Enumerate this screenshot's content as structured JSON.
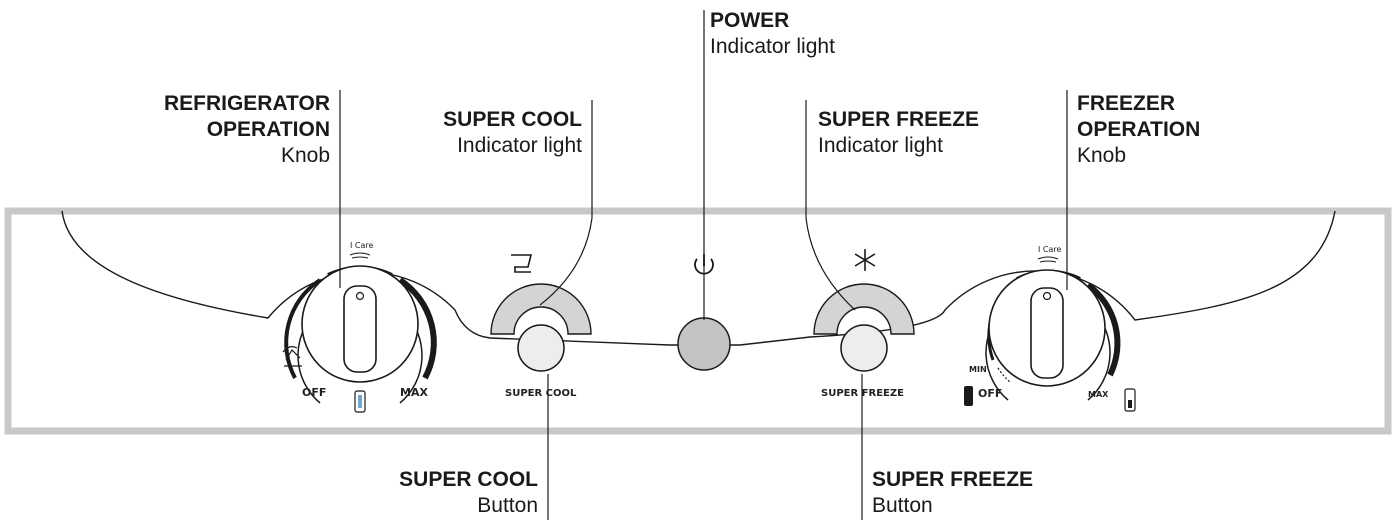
{
  "callouts": {
    "power": {
      "title": "POWER",
      "sub": "Indicator light"
    },
    "fridge_knob": {
      "title1": "REFRIGERATOR",
      "title2": "OPERATION",
      "sub": "Knob"
    },
    "supercool_light": {
      "title": "SUPER COOL",
      "sub": "Indicator light"
    },
    "superfreeze_light": {
      "title": "SUPER FREEZE",
      "sub": "Indicator light"
    },
    "freezer_knob": {
      "title1": "FREEZER",
      "title2": "OPERATION",
      "sub": "Knob"
    },
    "supercool_button": {
      "title": "SUPER COOL",
      "sub": "Button"
    },
    "superfreeze_button": {
      "title": "SUPER FREEZE",
      "sub": "Button"
    }
  },
  "panel": {
    "fridge_dial": {
      "off": "OFF",
      "max": "MAX",
      "icare": "I Care"
    },
    "freezer_dial": {
      "off": "OFF",
      "min": "MIN",
      "max": "MAX",
      "icare": "I Care"
    },
    "supercool_text": "SUPER COOL",
    "superfreeze_text": "SUPER FREEZE"
  },
  "icons": {
    "supercool": "shopping-cart-icon",
    "power": "power-icon",
    "superfreeze": "snowflake-icon",
    "fridge_low": "beach-chair-icon"
  },
  "colors": {
    "frame": "#c8c8c8",
    "light_fill": "#d4d4d4",
    "power_fill": "#c4c4c4",
    "line": "#1a1a1a"
  }
}
